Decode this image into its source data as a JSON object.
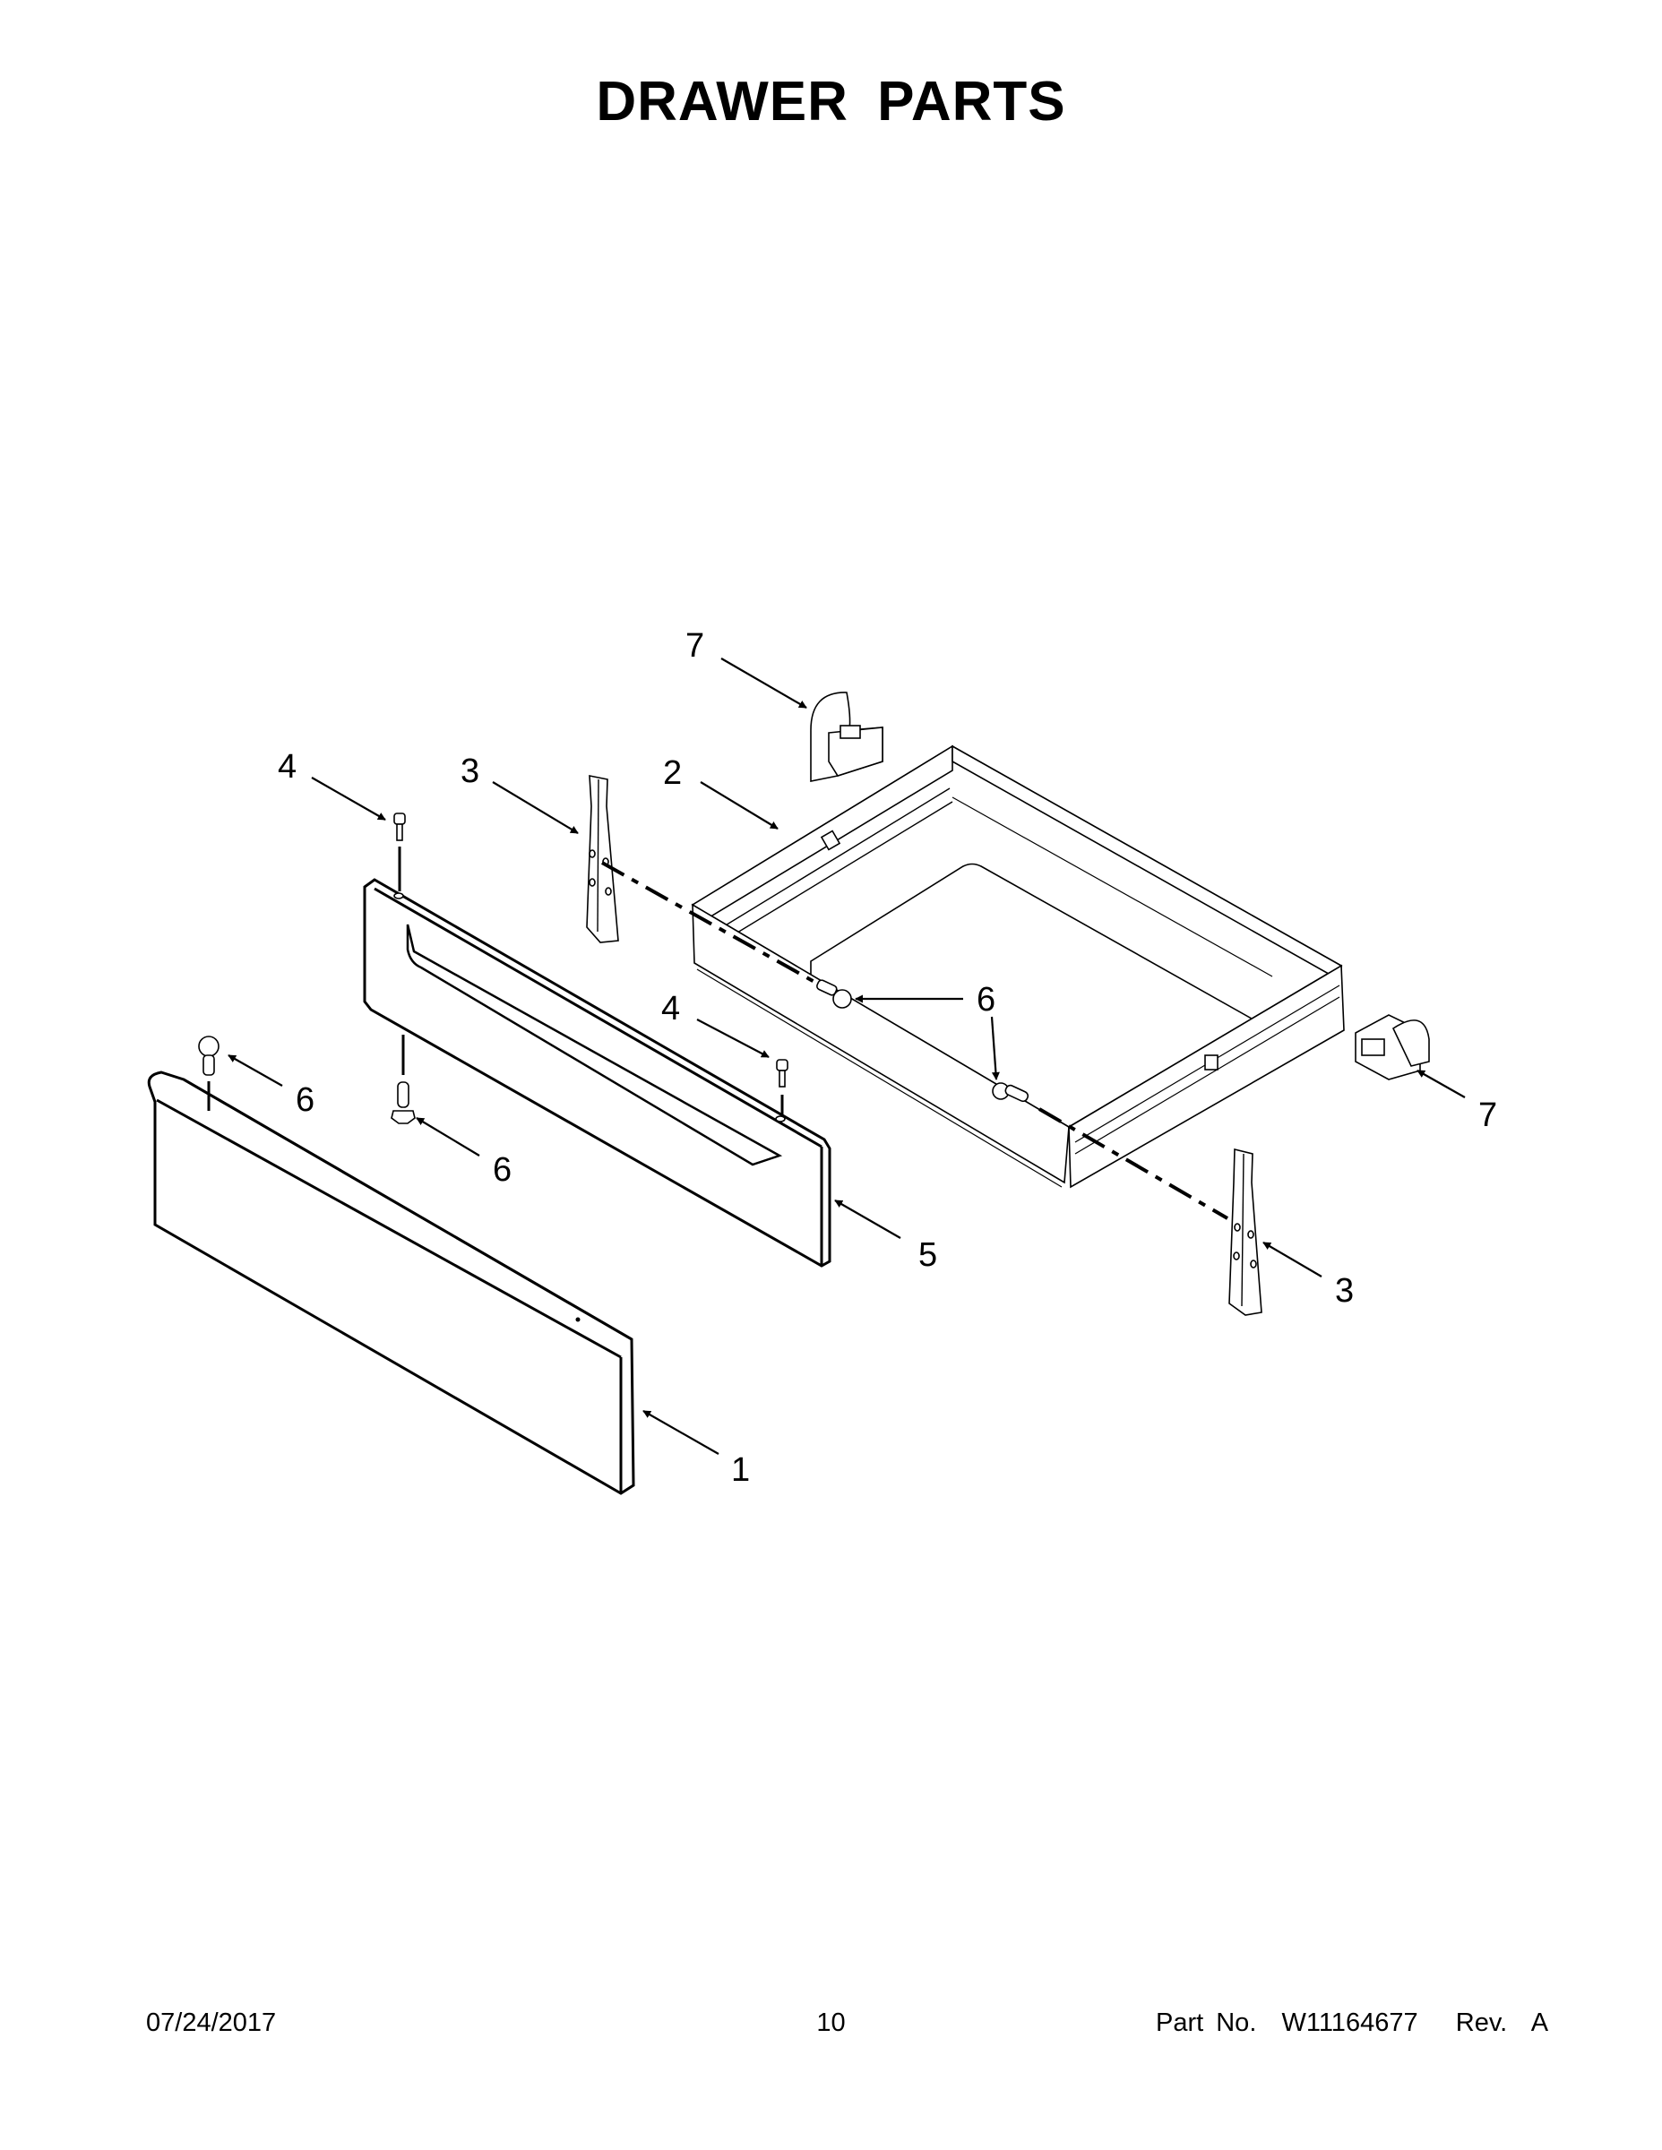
{
  "page": {
    "title": "DRAWER PARTS"
  },
  "diagram": {
    "callouts": [
      {
        "id": "c7a",
        "label": "7",
        "part": "drawer glide clip (rear left)"
      },
      {
        "id": "c4a",
        "label": "4",
        "part": "handle screw (left)"
      },
      {
        "id": "c3a",
        "label": "3",
        "part": "side bracket (left)"
      },
      {
        "id": "c2",
        "label": "2",
        "part": "drawer body"
      },
      {
        "id": "c6a",
        "label": "6",
        "part": "screw on drawer side"
      },
      {
        "id": "c4b",
        "label": "4",
        "part": "handle screw (right)"
      },
      {
        "id": "c6b",
        "label": "6",
        "part": "screw (front panel left)"
      },
      {
        "id": "c6c",
        "label": "6",
        "part": "screw (under handle panel)"
      },
      {
        "id": "c7b",
        "label": "7",
        "part": "drawer glide clip (right)"
      },
      {
        "id": "c5",
        "label": "5",
        "part": "drawer handle panel"
      },
      {
        "id": "c3b",
        "label": "3",
        "part": "side bracket (right)"
      },
      {
        "id": "c1",
        "label": "1",
        "part": "drawer front panel"
      },
      {
        "id": "c6d",
        "label": "6",
        "part": "screw on drawer front"
      }
    ]
  },
  "footer": {
    "date": "07/24/2017",
    "page_number": "10",
    "part_info": "Part No.  W11164677   Rev.  A"
  }
}
